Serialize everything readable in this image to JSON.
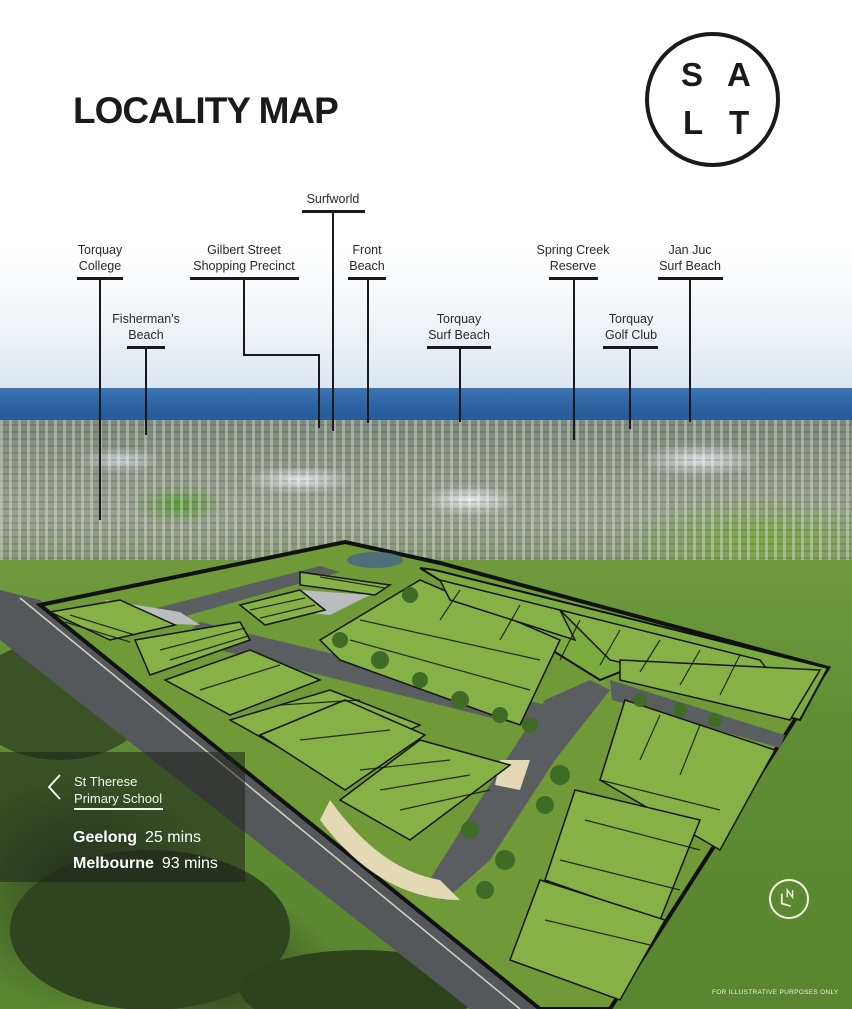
{
  "header": {
    "title": "LOCALITY MAP",
    "logo": {
      "letters": [
        "S",
        "A",
        "L",
        "T"
      ],
      "brand": "SALT"
    }
  },
  "callouts": [
    {
      "id": "torquay-college",
      "line1": "Torquay",
      "line2": "College"
    },
    {
      "id": "fishermans-beach",
      "line1": "Fisherman's",
      "line2": "Beach"
    },
    {
      "id": "gilbert-street",
      "line1": "Gilbert Street",
      "line2": "Shopping Precinct"
    },
    {
      "id": "surfworld",
      "line1": "Surfworld",
      "line2": ""
    },
    {
      "id": "front-beach",
      "line1": "Front",
      "line2": "Beach"
    },
    {
      "id": "torquay-surf-beach",
      "line1": "Torquay",
      "line2": "Surf Beach"
    },
    {
      "id": "spring-creek",
      "line1": "Spring Creek",
      "line2": "Reserve"
    },
    {
      "id": "torquay-golf-club",
      "line1": "Torquay",
      "line2": "Golf Club"
    },
    {
      "id": "jan-juc",
      "line1": "Jan Juc",
      "line2": "Surf Beach"
    }
  ],
  "info_panel": {
    "direction_icon": "chevron-left-icon",
    "school_line1": "St Therese",
    "school_line2": "Primary School",
    "travel": [
      {
        "place": "Geelong",
        "time": "25 mins"
      },
      {
        "place": "Melbourne",
        "time": "93 mins"
      }
    ]
  },
  "footer": {
    "badge_icon": "north-arrow-icon",
    "disclaimer": "FOR ILLUSTRATIVE PURPOSES ONLY"
  },
  "colors": {
    "ink": "#1a1a1a",
    "sea": "#2a5f9e",
    "lot_green": "#7fa83e",
    "road": "#5a5d5e",
    "panel": "#1e201a"
  }
}
